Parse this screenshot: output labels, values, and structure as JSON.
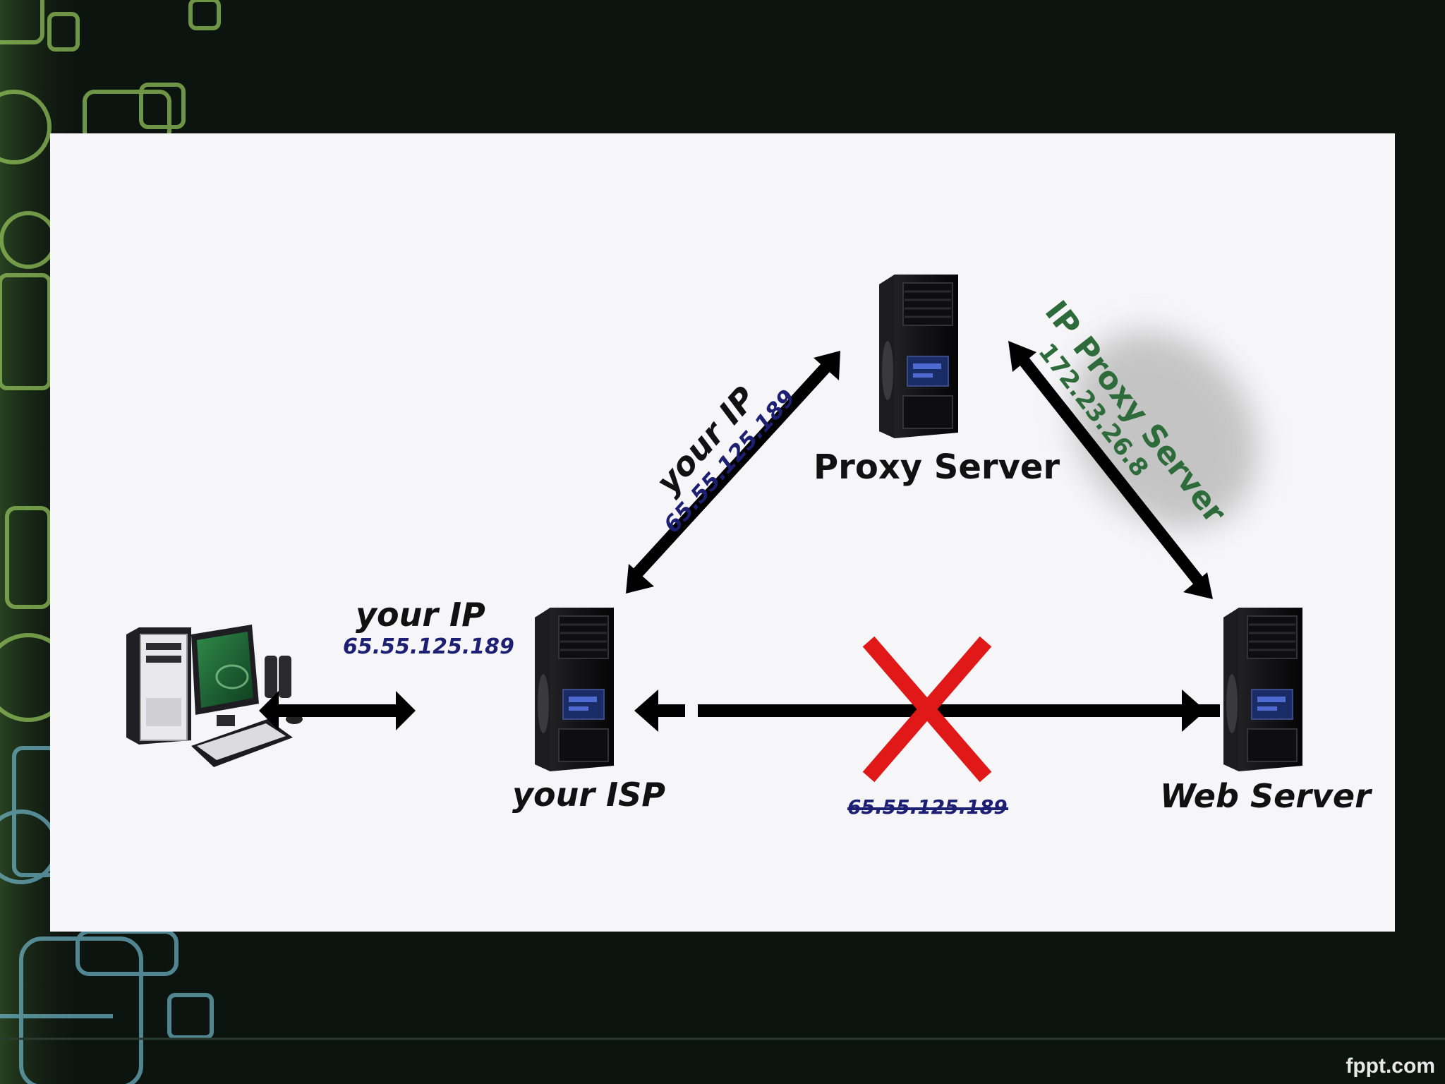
{
  "nodes": {
    "client": {
      "label": ""
    },
    "isp": {
      "label": "your ISP"
    },
    "proxy": {
      "label": "Proxy Server"
    },
    "web": {
      "label": "Web Server"
    }
  },
  "links": {
    "client_isp": {
      "title": "your IP",
      "ip": "65.55.125.189"
    },
    "isp_proxy": {
      "title": "your IP",
      "ip": "65.55.125.189"
    },
    "proxy_web": {
      "title": "IP Proxy Server",
      "ip": "172.23.26.8"
    },
    "isp_web_blocked": {
      "ip": "65.55.125.189",
      "blocked": true
    }
  },
  "footer": {
    "brand": "fppt.com"
  },
  "colors": {
    "background": "#0c140f",
    "panel": "#f6f6f8",
    "arrow": "#000000",
    "block_x": "#e01818",
    "ip_blue": "#1d1f73",
    "proxy_green": "#2e6b3a",
    "decor_green": "#8fbf58"
  },
  "icons": [
    "desktop-computer-icon",
    "server-tower-icon",
    "blocked-x-icon"
  ]
}
